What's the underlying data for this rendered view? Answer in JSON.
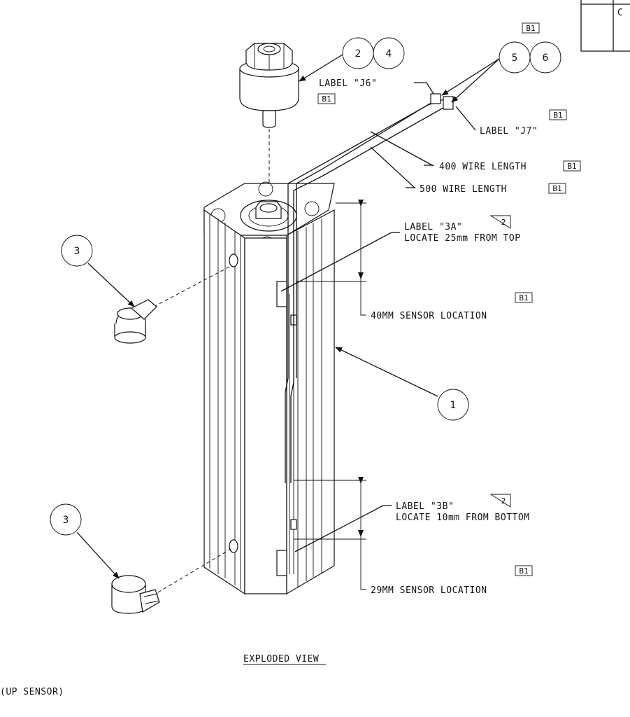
{
  "title_block": {
    "cell": "C"
  },
  "balloons": {
    "b1": "1",
    "b2": "2",
    "b4": "4",
    "b3a": "3",
    "b3b": "3",
    "b5": "5",
    "b6": "6"
  },
  "rev_tag": "B1",
  "note_flag": "2",
  "labels": {
    "label_j6": "LABEL \"J6\"",
    "label_j7": "LABEL \"J7\"",
    "wire400": "400 WIRE LENGTH",
    "wire500": "500 WIRE LENGTH",
    "label_3a": "LABEL \"3A\"",
    "locate_3a": "LOCATE 25mm FROM TOP",
    "sensor40": "40MM SENSOR LOCATION",
    "label_3b": "LABEL \"3B\"",
    "locate_3b": "LOCATE 10mm FROM BOTTOM",
    "sensor29": "29MM SENSOR LOCATION"
  },
  "view_title": "EXPLODED VIEW",
  "footer_note": "(UP SENSOR)"
}
